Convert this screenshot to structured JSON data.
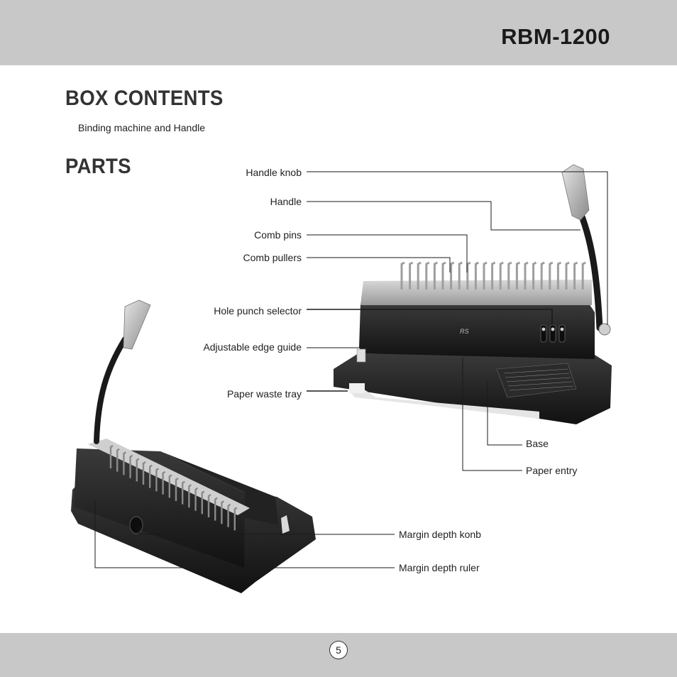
{
  "header": {
    "model": "RBM-1200"
  },
  "box_contents": {
    "title": "BOX CONTENTS",
    "item": "Binding machine and Handle"
  },
  "parts": {
    "title": "PARTS",
    "labels": {
      "handle_knob": "Handle knob",
      "handle": "Handle",
      "comb_pins": "Comb pins",
      "comb_pullers": "Comb pullers",
      "hole_punch_selector": "Hole punch selector",
      "adjustable_edge_guide": "Adjustable edge guide",
      "paper_waste_tray": "Paper waste tray",
      "base": "Base",
      "paper_entry": "Paper entry",
      "margin_depth_knob": "Margin depth konb",
      "margin_depth_ruler": "Margin depth ruler"
    }
  },
  "footer": {
    "page_number": "5"
  }
}
